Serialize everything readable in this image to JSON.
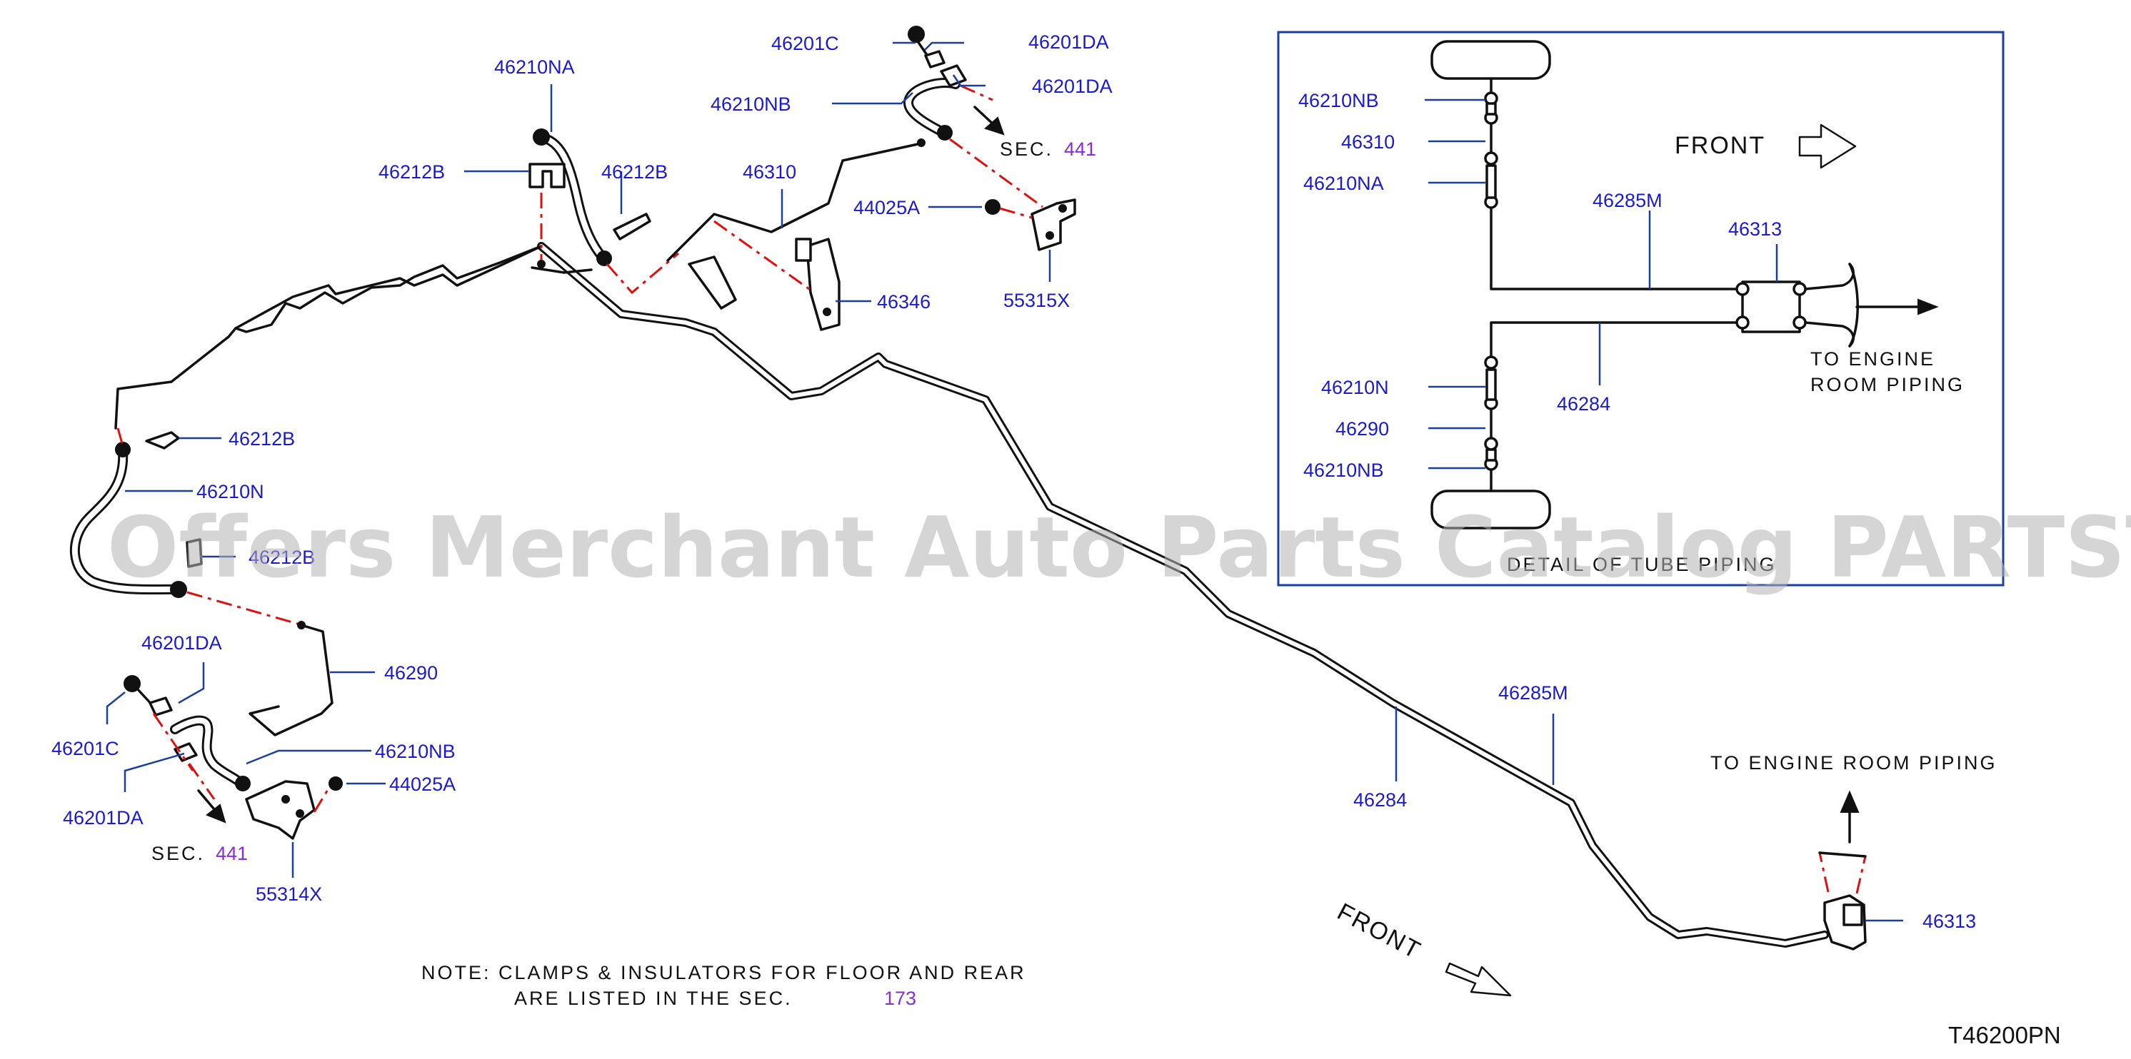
{
  "diagram_code": "T46200PN",
  "watermark": "Offers Merchant Auto Parts Catalog PARTSTORE.SA",
  "note": {
    "line1": "NOTE:  CLAMPS  &  INSULATORS  FOR  FLOOR  AND  REAR",
    "line2": "ARE  LISTED  IN  THE  SEC.",
    "ref": "173"
  },
  "sec_refs": {
    "top": {
      "label": "SEC.",
      "ref": "441"
    },
    "left": {
      "label": "SEC.",
      "ref": "441"
    }
  },
  "front_arrow_label": "FRONT",
  "engine_room_label": "TO  ENGINE  ROOM  PIPING",
  "part_labels": {
    "p46210NA": "46210NA",
    "p46212B_top": "46212B",
    "p46212B_top2": "46212B",
    "p46201C_top": "46201C",
    "p46201DA_top1": "46201DA",
    "p46201DA_top2": "46201DA",
    "p46210NB_top": "46210NB",
    "p46310": "46310",
    "p44025A_top": "44025A",
    "p46346": "46346",
    "p55315X": "55315X",
    "p46212B_left": "46212B",
    "p46210N": "46210N",
    "p46212B_left2": "46212B",
    "p46290": "46290",
    "p46201DA_left1": "46201DA",
    "p46201C_left": "46201C",
    "p46201DA_left2": "46201DA",
    "p46210NB_left": "46210NB",
    "p44025A_left": "44025A",
    "p55314X": "55314X",
    "p46285M": "46285M",
    "p46284": "46284",
    "p46313": "46313"
  },
  "detail_inset": {
    "title": "DETAIL OF TUBE PIPING",
    "front_label": "FRONT",
    "engine_label_1": "TO  ENGINE",
    "engine_label_2": "ROOM  PIPING",
    "labels": {
      "i46210NB_top": "46210NB",
      "i46310": "46310",
      "i46210NA": "46210NA",
      "i46285M": "46285M",
      "i46313": "46313",
      "i46210N": "46210N",
      "i46290": "46290",
      "i46210NB_bot": "46210NB",
      "i46284": "46284"
    }
  }
}
